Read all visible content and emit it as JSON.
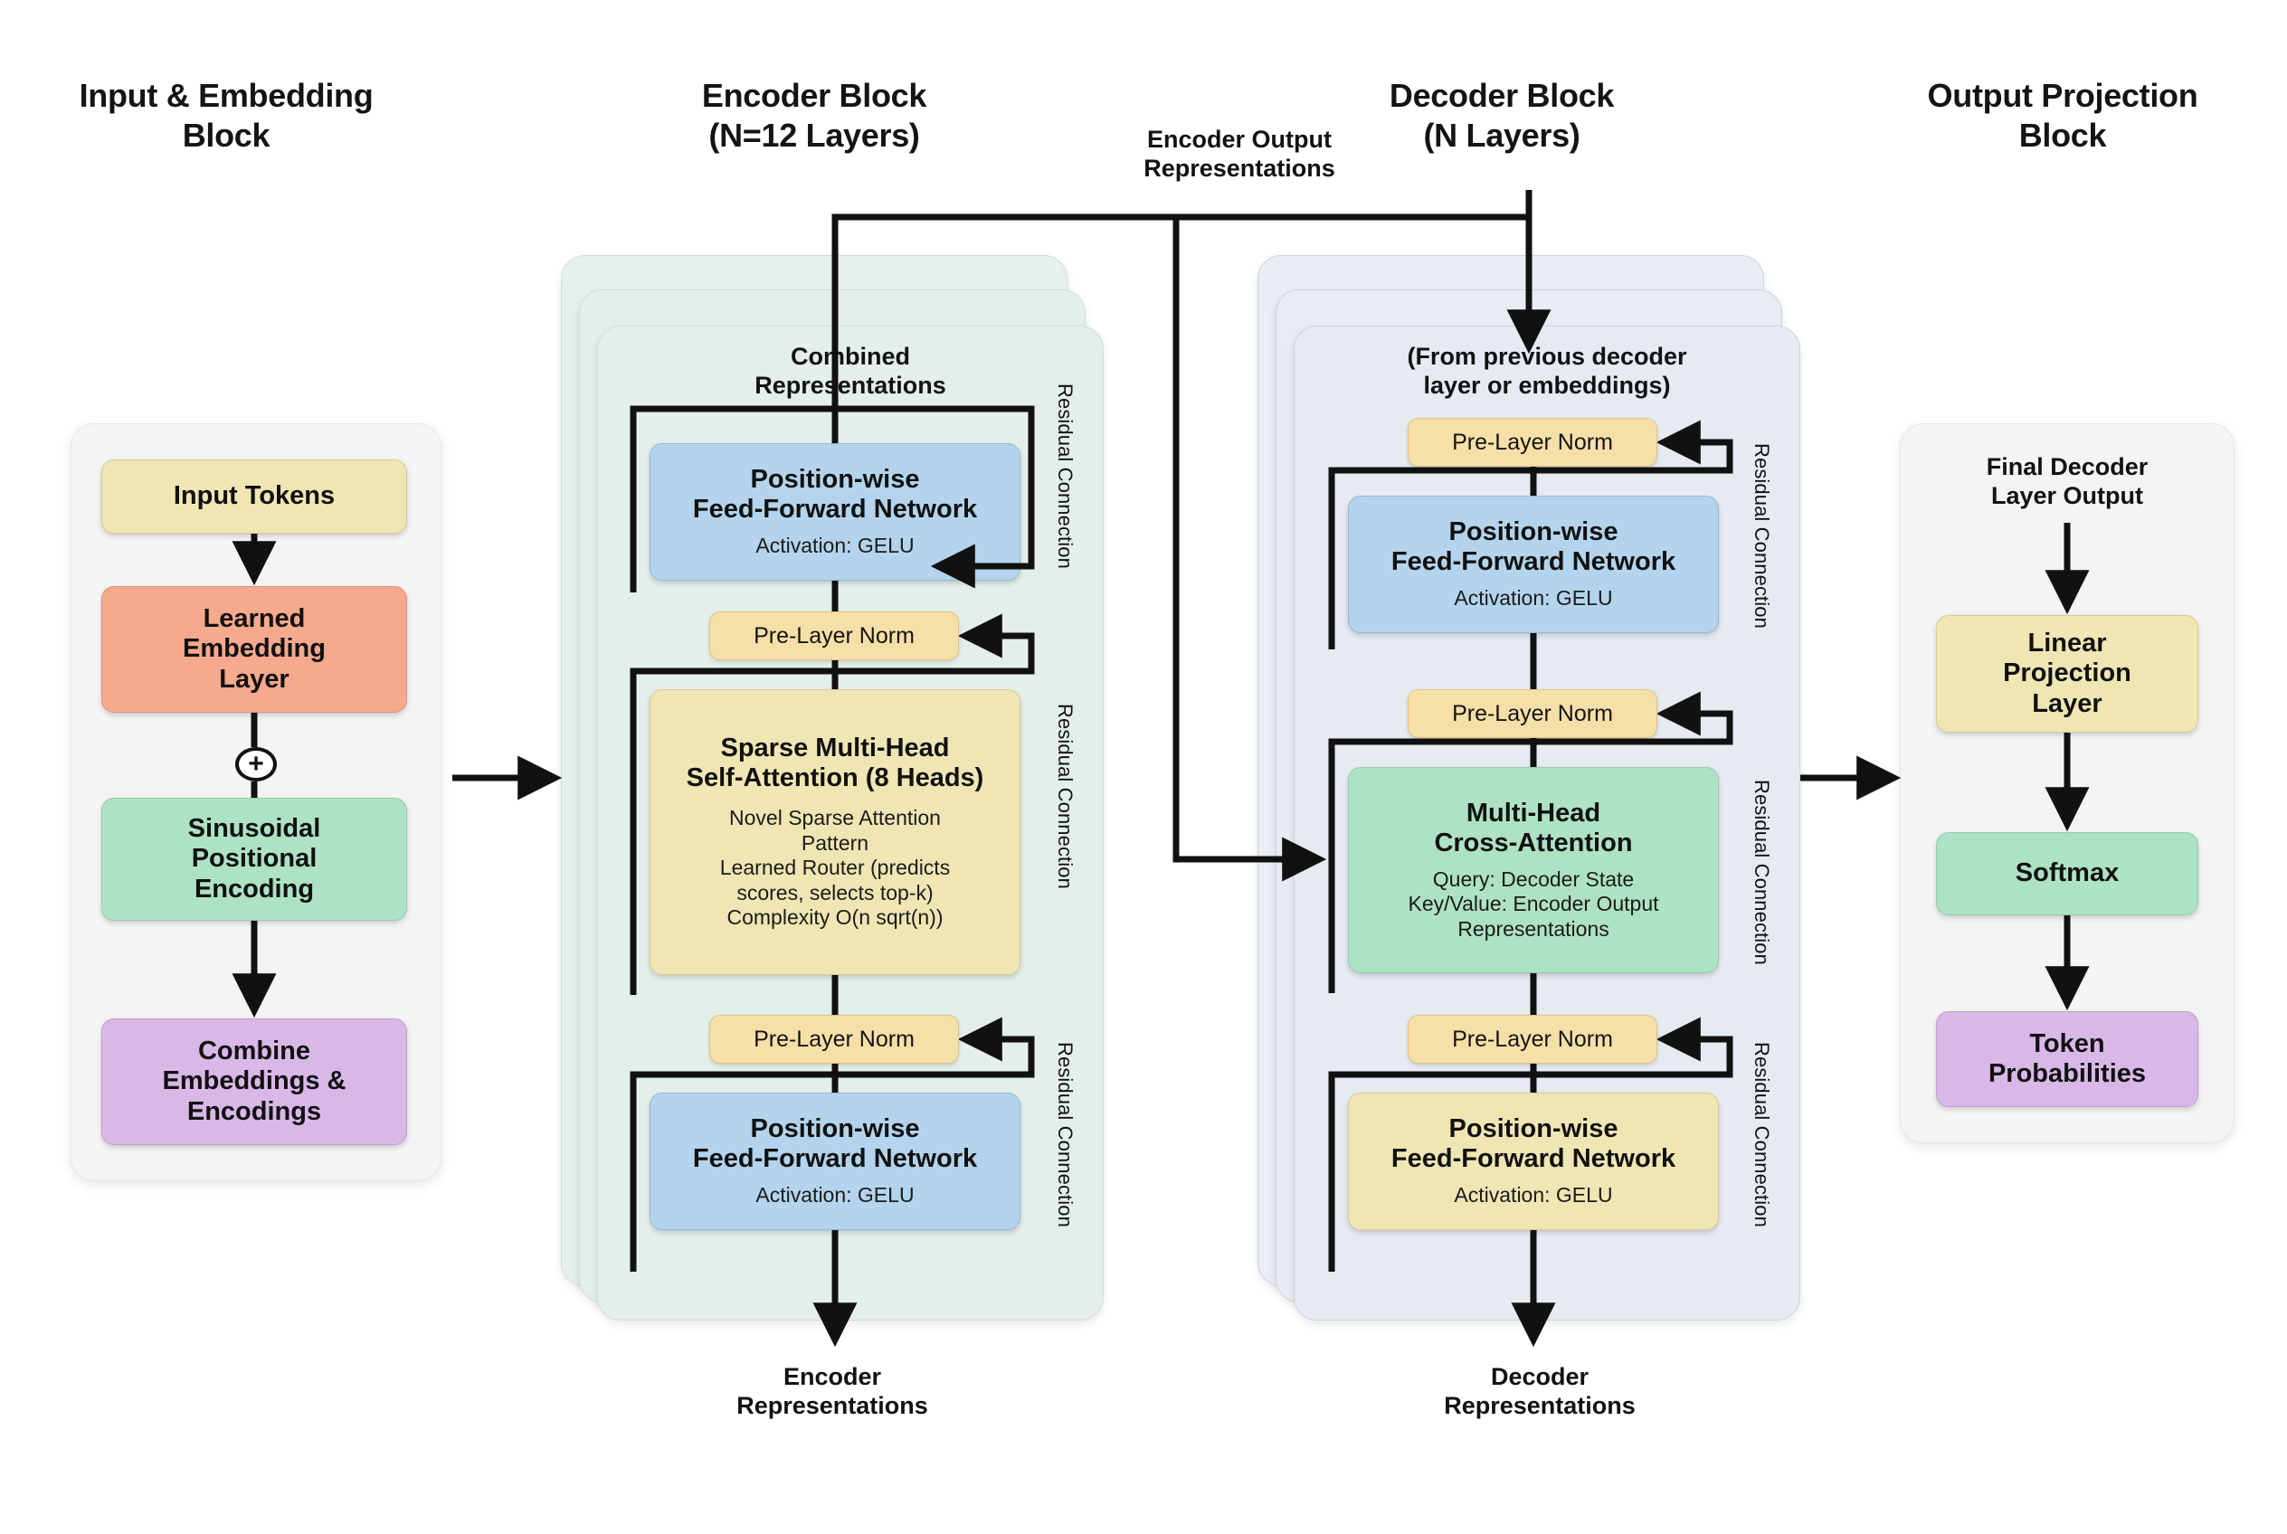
{
  "diagram": {
    "title_input": "Input & Embedding\nBlock",
    "title_encoder": "Encoder Block\n(N=12 Layers)",
    "title_decoder": "Decoder Block\n(N Layers)",
    "title_output": "Output Projection\nBlock"
  },
  "colors": {
    "yellow": "#f0e6b4",
    "salmon": "#f7a98e",
    "green": "#aee2c4",
    "purple": "#d9b8e8",
    "blue": "#b3d4ec",
    "amber": "#f7dfa8",
    "encoder_panel": "#e4efe9",
    "decoder_panel": "#e6ebf2",
    "plain_panel": "#f4f4f5",
    "stroke": "#111111"
  },
  "input_block": {
    "nodes": [
      {
        "label": "Input Tokens",
        "color": "#f0e6b4"
      },
      {
        "label": "Learned\nEmbedding\nLayer",
        "color": "#f7a98e"
      },
      {
        "label": "Sinusoidal\nPositional\nEncoding",
        "color": "#aee2c4"
      },
      {
        "label": "Combine\nEmbeddings &\nEncodings",
        "color": "#d9b8e8"
      }
    ],
    "operator": "+"
  },
  "encoder_block": {
    "entry_label": "Combined\nRepresentations",
    "ffn_top": {
      "title": "Position-wise\nFeed-Forward Network",
      "subtitle": "Activation: GELU",
      "color": "#b3d4ec"
    },
    "prenorm_1": "Pre-Layer Norm",
    "attention": {
      "title": "Sparse Multi-Head\nSelf-Attention (8 Heads)",
      "subtitle": "Novel Sparse Attention\nPattern\nLearned Router (predicts\nscores, selects top-k)\nComplexity O(n sqrt(n))",
      "color": "#f0e6b4"
    },
    "prenorm_2": "Pre-Layer Norm",
    "ffn_bottom": {
      "title": "Position-wise\nFeed-Forward Network",
      "subtitle": "Activation: GELU",
      "color": "#b3d4ec"
    },
    "residual_labels": [
      "Residual Connection",
      "Residual Connection",
      "Residual Connection"
    ],
    "output_label": "Encoder\nRepresentations"
  },
  "decoder_block": {
    "entry_label": "(From previous decoder\nlayer or embeddings)",
    "prenorm_1": "Pre-Layer Norm",
    "ffn_top": {
      "title": "Position-wise\nFeed-Forward Network",
      "subtitle": "Activation: GELU",
      "color": "#b3d4ec"
    },
    "prenorm_2": "Pre-Layer Norm",
    "cross_attention": {
      "title": "Multi-Head\nCross-Attention",
      "subtitle": "Query: Decoder State\nKey/Value: Encoder Output\nRepresentations",
      "color": "#aee2c4"
    },
    "prenorm_3": "Pre-Layer Norm",
    "ffn_bottom": {
      "title": "Position-wise\nFeed-Forward Network",
      "subtitle": "Activation: GELU",
      "color": "#f0e6b4"
    },
    "residual_labels": [
      "Residual Connection",
      "Residual Connection",
      "Residual Connection"
    ],
    "output_label": "Decoder\nRepresentations"
  },
  "output_block": {
    "entry_label": "Final Decoder\nLayer Output",
    "nodes": [
      {
        "label": "Linear\nProjection\nLayer",
        "color": "#f0e6b4"
      },
      {
        "label": "Softmax",
        "color": "#aee2c4"
      },
      {
        "label": "Token\nProbabilities",
        "color": "#d9b8e8"
      }
    ]
  },
  "connectors": {
    "encoder_output_to_decoder": "Encoder Output\nRepresentations"
  }
}
